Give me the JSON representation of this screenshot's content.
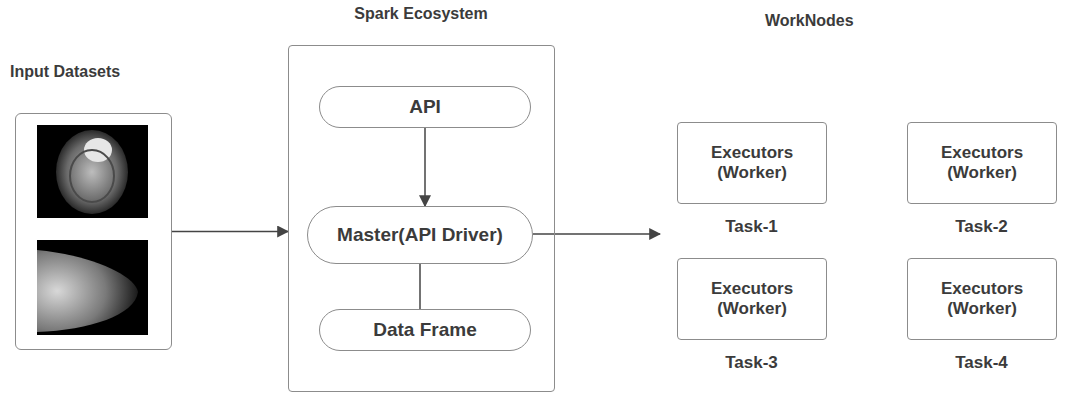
{
  "diagram": {
    "nodes": [
      {
        "text": [
          "Input Datasets"
        ]
      },
      {
        "text": [
          "Spark Ecosystem"
        ]
      },
      {
        "text": [
          "API"
        ],
        "in": 1
      },
      {
        "text": [
          "Master(API Driver)"
        ],
        "in": 1
      },
      {
        "text": [
          "Data Frame"
        ],
        "in": 1
      },
      {
        "text": [
          "Executors (Worker)",
          "Task-1"
        ]
      },
      {
        "text": [
          "Executors (Worker)",
          "Task-2"
        ]
      },
      {
        "text": [
          "Executors (Worker)",
          "Task-3"
        ]
      },
      {
        "text": [
          "Executors (Worker)",
          "Task-4"
        ]
      }
    ],
    "edges": [
      {
        "from": 0,
        "to": 1,
        "arrow": "to"
      },
      {
        "from": 2,
        "to": 3,
        "arrow": "to"
      },
      {
        "from": 3,
        "to": 4,
        "arrow": "none"
      }
    ],
    "labels": [
      "WorkNodes"
    ]
  }
}
